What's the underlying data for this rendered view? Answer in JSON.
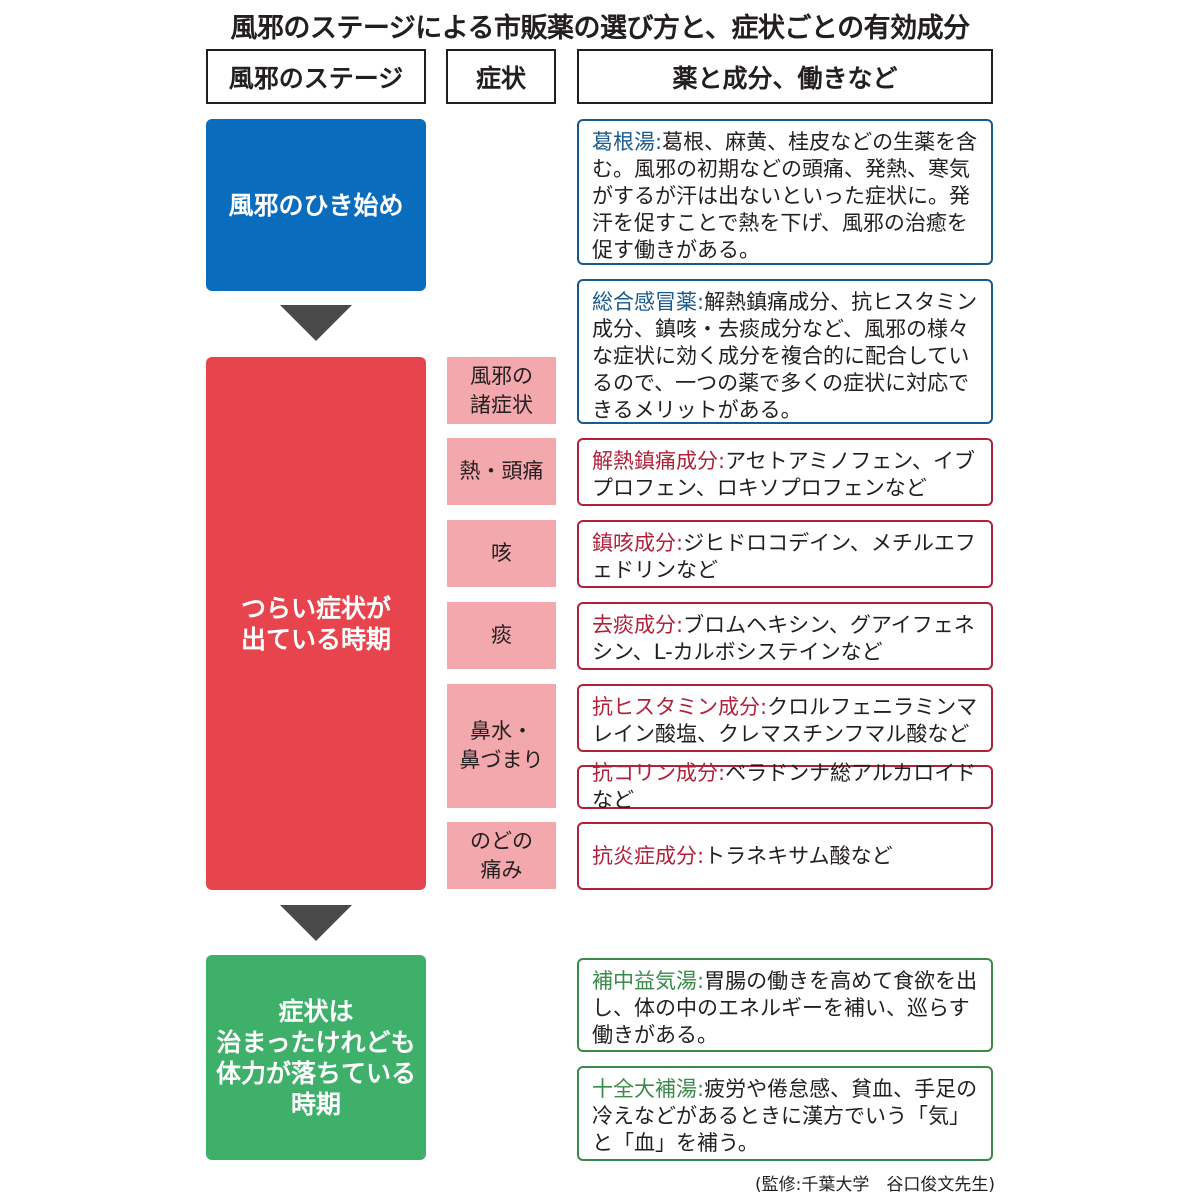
{
  "title": "風邪のステージによる市販薬の選び方と、症状ごとの有効成分",
  "headers": {
    "stage": "風邪のステージ",
    "symptom": "症状",
    "medicine": "薬と成分、働きなど"
  },
  "stages": {
    "early": "風邪のひき始め",
    "severe": "つらい症状が\n出ている時期",
    "recovery": "症状は\n治まったけれども\n体力が落ちている\n時期"
  },
  "symptoms": {
    "various": "風邪の\n諸症状",
    "fever": "熱・頭痛",
    "cough": "咳",
    "phlegm": "痰",
    "nose": "鼻水・\n鼻づまり",
    "throat": "のどの\n痛み"
  },
  "entries": {
    "kakkonto": {
      "name": "葛根湯:",
      "desc": "葛根、麻黄、桂皮などの生薬を含む。風邪の初期などの頭痛、発熱、寒気がするが汗は出ないといった症状に。発汗を促すことで熱を下げ、風邪の治癒を促す働きがある。"
    },
    "sogo": {
      "name": "総合感冒薬:",
      "desc": "解熱鎮痛成分、抗ヒスタミン成分、鎮咳・去痰成分など、風邪の様々な症状に効く成分を複合的に配合しているので、一つの薬で多くの症状に対応できるメリットがある。"
    },
    "genetsu": {
      "name": "解熱鎮痛成分:",
      "desc": "アセトアミノフェン、イブプロフェン、ロキソプロフェンなど"
    },
    "chingai": {
      "name": "鎮咳成分:",
      "desc": "ジヒドロコデイン、メチルエフェドリンなど"
    },
    "kyotan": {
      "name": "去痰成分:",
      "desc": "ブロムヘキシン、グアイフェネシン、L-カルボシステインなど"
    },
    "antihist": {
      "name": "抗ヒスタミン成分:",
      "desc": "クロルフェニラミンマレイン酸塩、クレマスチンフマル酸など"
    },
    "anticholine": {
      "name": "抗コリン成分:",
      "desc": "ベラドンナ総アルカロイドなど"
    },
    "antiinflam": {
      "name": "抗炎症成分:",
      "desc": "トラネキサム酸など"
    },
    "hochu": {
      "name": "補中益気湯:",
      "desc": "胃腸の働きを高めて食欲を出し、体の中のエネルギーを補い、巡らす働きがある。"
    },
    "juzen": {
      "name": "十全大補湯:",
      "desc": "疲労や倦怠感、貧血、手足の冷えなどがあるときに漢方でいう「気」と「血」を補う。"
    }
  },
  "footnote": "(監修:千葉大学　谷口俊文先生)",
  "colors": {
    "blue": "#0a6cbd",
    "red": "#e7444e",
    "green": "#3eb06a",
    "pink": "#f2a8ad",
    "arrow": "#4a4a4a"
  }
}
